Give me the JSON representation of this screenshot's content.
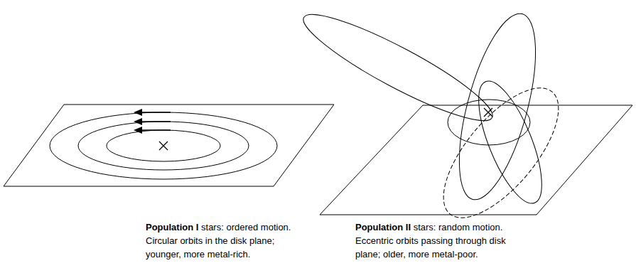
{
  "diagram": {
    "labels": [
      "Population I",
      "stars: ordered motion. Circular orbits in the disk plane; younger, more metal-rich.",
      "Population II",
      "stars: random motion. Eccentric orbits passing through disk plane; older, more metal-poor."
    ]
  }
}
